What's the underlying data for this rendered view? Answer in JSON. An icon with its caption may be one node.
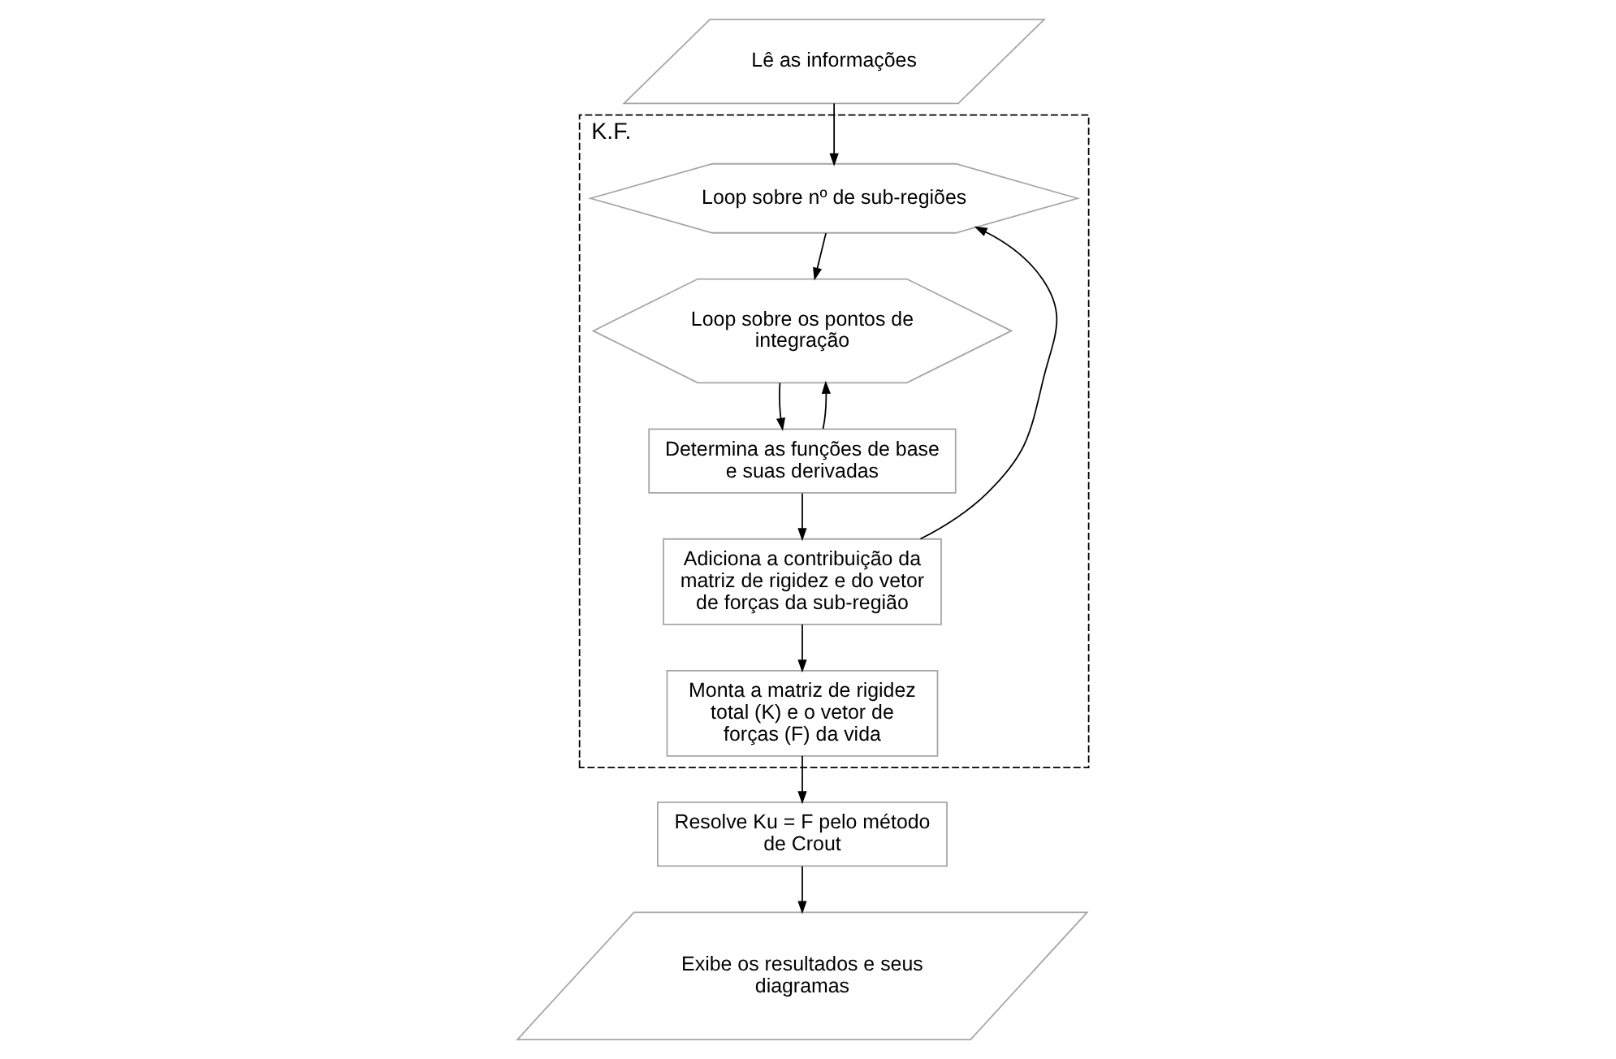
{
  "diagram": {
    "nodes": [
      {
        "text": [
          "Lê as informações"
        ]
      },
      {
        "text": [
          "K.F."
        ]
      },
      {
        "text": [
          "Loop sobre nº de sub-regiões"
        ],
        "in": 1
      },
      {
        "text": [
          "Loop sobre os pontos de integração"
        ],
        "in": 1
      },
      {
        "text": [
          "Determina as funções de base e suas derivadas"
        ],
        "in": 1
      },
      {
        "text": [
          "Adiciona a contribuição da matriz de rigidez e do vetor de forças da sub-região"
        ],
        "in": 1
      },
      {
        "text": [
          "Monta a matriz de rigidez total (K) e o vetor de forças (F) da vida"
        ],
        "in": 1
      },
      {
        "text": [
          "Resolve Ku = F pelo método de Crout"
        ]
      },
      {
        "text": [
          "Exibe os resultados e seus diagramas"
        ]
      }
    ],
    "edges": [
      {
        "from": 0,
        "to": 2,
        "arrow": "to"
      },
      {
        "from": 2,
        "to": 3,
        "arrow": "to"
      },
      {
        "from": 3,
        "to": 4,
        "arrow": "to"
      },
      {
        "from": 4,
        "to": 5,
        "arrow": "to"
      },
      {
        "from": 4,
        "to": 3,
        "arrow": "to"
      },
      {
        "from": 5,
        "to": 6,
        "arrow": "to"
      },
      {
        "from": 5,
        "to": 2,
        "arrow": "to"
      },
      {
        "from": 6,
        "to": 7,
        "arrow": "to"
      },
      {
        "from": 7,
        "to": 8,
        "arrow": "to"
      }
    ]
  }
}
